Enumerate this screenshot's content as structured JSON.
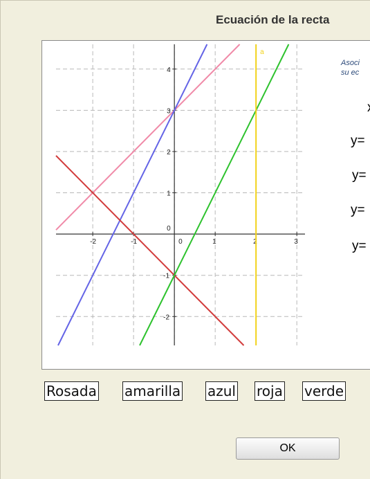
{
  "window": {
    "title": "Ecuación de la recta"
  },
  "instructions": {
    "line1": "Asoci",
    "line2": "su ec"
  },
  "equations": [
    {
      "text": "x"
    },
    {
      "text": "y="
    },
    {
      "text": "y="
    },
    {
      "text": "y="
    },
    {
      "text": "y="
    }
  ],
  "labels": [
    {
      "text": "Rosada"
    },
    {
      "text": "amarilla"
    },
    {
      "text": "azul"
    },
    {
      "text": "roja"
    },
    {
      "text": "verde"
    }
  ],
  "ok_button": {
    "label": "OK"
  },
  "chart_data": {
    "type": "line",
    "x_ticks": [
      "-2",
      "-1",
      "0",
      "1",
      "2",
      "3"
    ],
    "y_ticks": [
      "-2",
      "-1",
      "1",
      "2",
      "3",
      "4"
    ],
    "origin_label": "0",
    "xlim": [
      -2.9,
      3.2
    ],
    "ylim": [
      -2.7,
      4.6
    ],
    "grid": true,
    "lines": [
      {
        "color": "#f08aa8",
        "points": [
          [
            -2.9,
            0.1
          ],
          [
            1.6,
            4.6
          ]
        ]
      },
      {
        "color": "#6464e6",
        "points": [
          [
            -2.85,
            -2.7
          ],
          [
            0.8,
            4.6
          ]
        ]
      },
      {
        "color": "#d23c3c",
        "points": [
          [
            -2.9,
            1.9
          ],
          [
            1.7,
            -2.7
          ]
        ]
      },
      {
        "color": "#2ec22e",
        "points": [
          [
            -0.85,
            -2.7
          ],
          [
            2.8,
            4.6
          ]
        ]
      },
      {
        "color": "#f2d21a",
        "points": [
          [
            2,
            -2.7
          ],
          [
            2,
            4.6
          ]
        ]
      }
    ],
    "vertical_line_label": "a"
  }
}
